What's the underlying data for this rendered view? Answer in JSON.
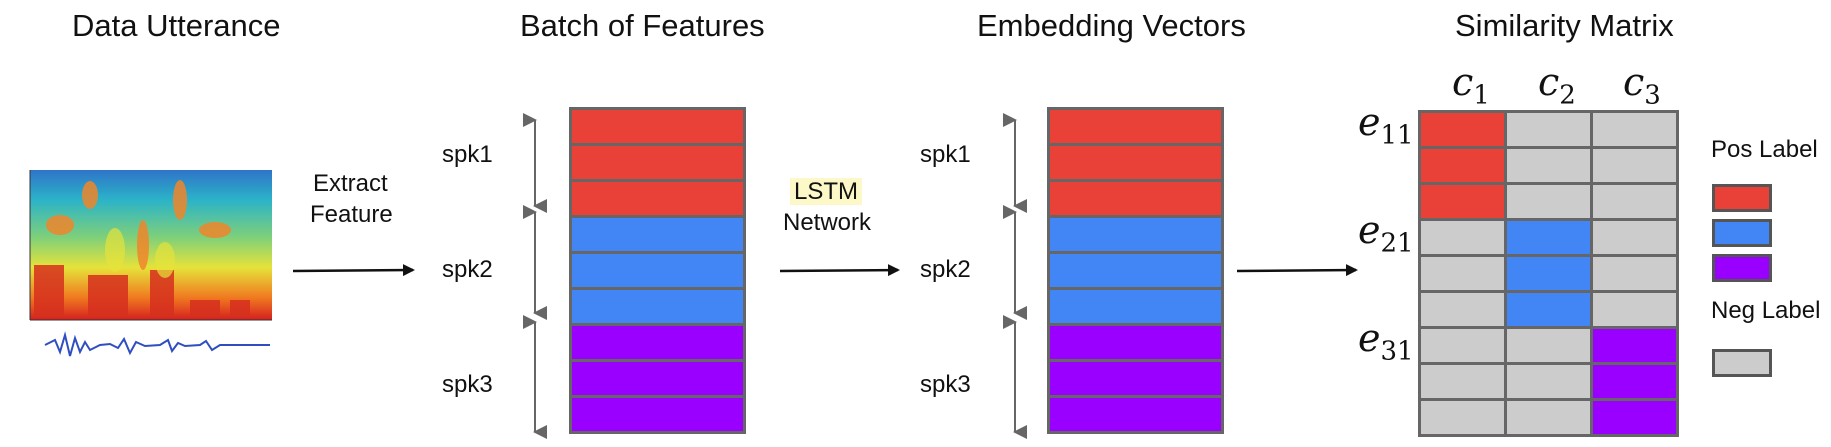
{
  "titles": {
    "utterance": "Data Utterance",
    "features": "Batch of Features",
    "embeddings": "Embedding Vectors",
    "similarity": "Similarity Matrix"
  },
  "arrows": {
    "extract_line1": "Extract",
    "extract_line2": "Feature",
    "lstm_line1": "LSTM",
    "lstm_line2": "Network"
  },
  "speakers": [
    "spk1",
    "spk2",
    "spk3"
  ],
  "matrix": {
    "columns": [
      "c",
      "c",
      "c"
    ],
    "column_subs": [
      "1",
      "2",
      "3"
    ],
    "rows": [
      "e",
      "e",
      "e"
    ],
    "row_subs": [
      "11",
      "21",
      "31"
    ]
  },
  "legend": {
    "pos_label": "Pos Label",
    "neg_label": "Neg Label"
  },
  "colors": {
    "spk1": "#e94137",
    "spk2": "#4285f4",
    "spk3": "#9900ff",
    "neg": "#cccccc",
    "highlight": "#fdf8c8"
  }
}
